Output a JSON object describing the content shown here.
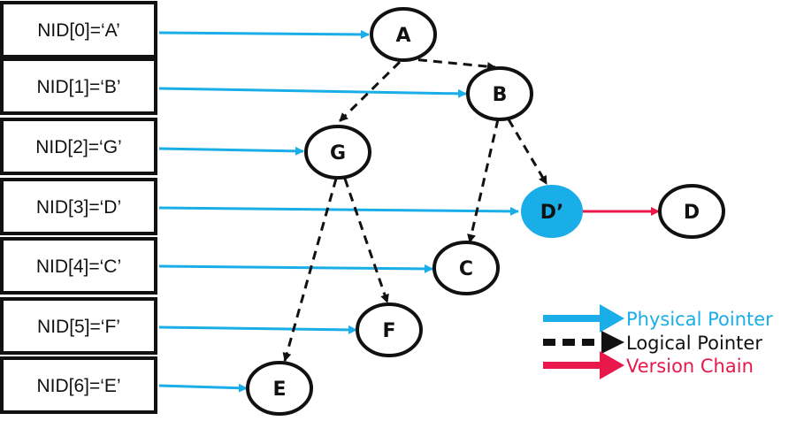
{
  "colors": {
    "physical": "#19aee8",
    "logical": "#111111",
    "version": "#e8194a",
    "highlight_node": "#19aee8"
  },
  "nid_table": [
    {
      "id": "nid0",
      "label": "NID[0]=‘A’"
    },
    {
      "id": "nid1",
      "label": "NID[1]=‘B’"
    },
    {
      "id": "nid2",
      "label": "NID[2]=‘G’"
    },
    {
      "id": "nid3",
      "label": "NID[3]=‘D’"
    },
    {
      "id": "nid4",
      "label": "NID[4]=‘C’"
    },
    {
      "id": "nid5",
      "label": "NID[5]=‘F’"
    },
    {
      "id": "nid6",
      "label": "NID[6]=‘E’"
    }
  ],
  "nodes": [
    {
      "id": "A",
      "label": "A",
      "highlight": false
    },
    {
      "id": "B",
      "label": "B",
      "highlight": false
    },
    {
      "id": "G",
      "label": "G",
      "highlight": false
    },
    {
      "id": "Dp",
      "label": "D’",
      "highlight": true
    },
    {
      "id": "D",
      "label": "D",
      "highlight": false
    },
    {
      "id": "C",
      "label": "C",
      "highlight": false
    },
    {
      "id": "F",
      "label": "F",
      "highlight": false
    },
    {
      "id": "E",
      "label": "E",
      "highlight": false
    }
  ],
  "physical_pointers": [
    {
      "from": "nid0",
      "to": "A"
    },
    {
      "from": "nid1",
      "to": "B"
    },
    {
      "from": "nid2",
      "to": "G"
    },
    {
      "from": "nid3",
      "to": "Dp"
    },
    {
      "from": "nid4",
      "to": "C"
    },
    {
      "from": "nid5",
      "to": "F"
    },
    {
      "from": "nid6",
      "to": "E"
    }
  ],
  "logical_pointers": [
    {
      "from": "A",
      "to": "B"
    },
    {
      "from": "A",
      "to": "G"
    },
    {
      "from": "B",
      "to": "Dp"
    },
    {
      "from": "B",
      "to": "C"
    },
    {
      "from": "G",
      "to": "E"
    },
    {
      "from": "G",
      "to": "F"
    }
  ],
  "version_chain": [
    {
      "from": "Dp",
      "to": "D"
    }
  ],
  "legend": {
    "physical": "Physical Pointer",
    "logical": "Logical Pointer",
    "version": "Version Chain"
  }
}
